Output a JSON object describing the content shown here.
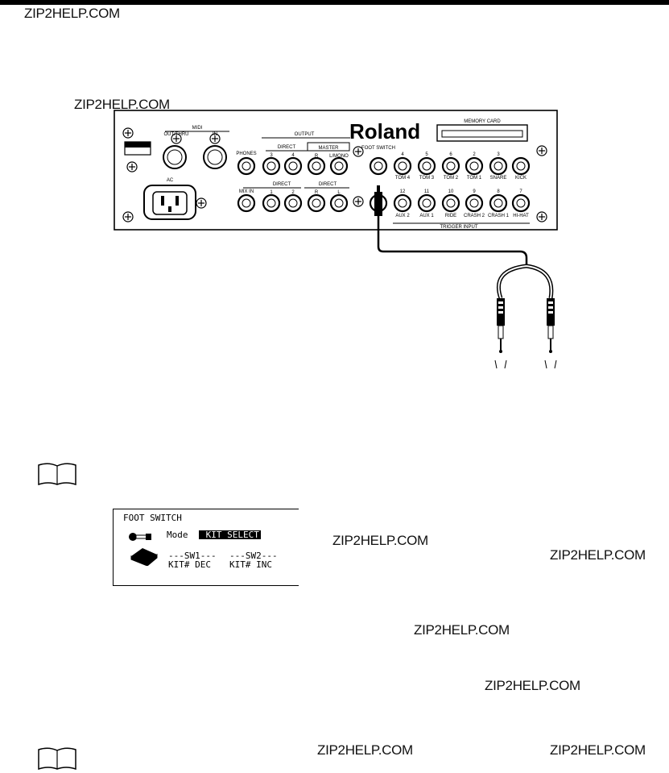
{
  "watermark": "ZIP2HELP.COM",
  "panel": {
    "brand": "Roland",
    "memory_card_label": "MEMORY CARD",
    "ac_label": "AC",
    "midi": {
      "group": "MIDI",
      "out_thru": "OUT/THRU",
      "in": "IN"
    },
    "output": {
      "group": "OUTPUT",
      "direct_group": "DIRECT",
      "master_group": "MASTER",
      "phones": "PHONES",
      "jack_3": "3",
      "jack_4": "4",
      "jack_r": "R",
      "jack_l_mono": "L/MONO",
      "mix_in": "MIX IN",
      "direct_1_2": "DIRECT",
      "direct_3_4": "DIRECT",
      "jack_1": "1",
      "jack_2": "2",
      "jack_r2": "R",
      "jack_l2": "L"
    },
    "foot_switch_label": "FOOT SWITCH",
    "trigger_input_label": "TRIGGER INPUT",
    "upper_numbers": [
      "4",
      "5",
      "6",
      "2",
      "3"
    ],
    "upper_names": [
      "TOM 4",
      "TOM 3",
      "TOM 2",
      "TOM 1",
      "SNARE",
      "KICK"
    ],
    "lower_numbers": [
      "12",
      "11",
      "10",
      "9",
      "8",
      "7"
    ],
    "lower_names": [
      "AUX 2",
      "AUX 1",
      "RIDE",
      "CRASH 2",
      "CRASH 1",
      "HI-HAT"
    ]
  },
  "lcd": {
    "title": "FOOT SWITCH",
    "mode_label": "Mode",
    "mode_value": " KIT SELECT",
    "sw1_header": "---SW1---",
    "sw2_header": "---SW2---",
    "sw1_value": "KIT# DEC",
    "sw2_value": "KIT# INC"
  },
  "icons": [
    "book-icon",
    "foot-pedal-icon",
    "jack-plug-icon"
  ]
}
